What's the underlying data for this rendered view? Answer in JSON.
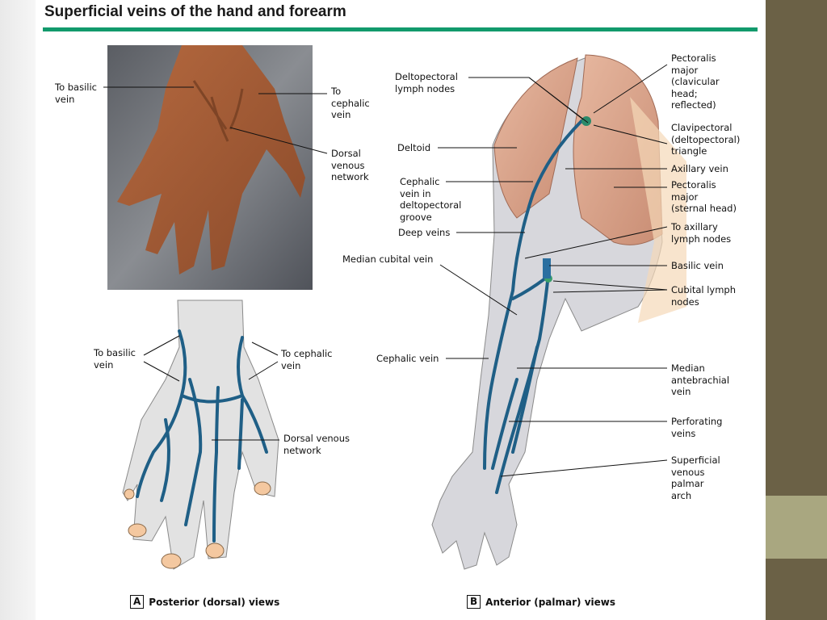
{
  "title": "Superficial veins of the hand and forearm",
  "labels": {
    "photo_to_basilic": "To basilic\nvein",
    "photo_to_cephalic": "To\ncephalic\nvein",
    "photo_dorsal_network": "Dorsal\nvenous\nnetwork",
    "draw_to_basilic": "To basilic\nvein",
    "draw_to_cephalic": "To cephalic\nvein",
    "draw_dorsal_network": "Dorsal venous\nnetwork",
    "deltopectoral_lymph": "Deltopectoral\nlymph nodes",
    "deltoid": "Deltoid",
    "cephalic_groove": "Cephalic\nvein in\ndeltopectoral\ngroove",
    "deep_veins": "Deep veins",
    "median_cubital": "Median cubital vein",
    "cephalic_vein": "Cephalic vein",
    "pect_major_clav": "Pectoralis\nmajor\n(clavicular\nhead;\nreflected)",
    "clavipectoral": "Clavipectoral\n(deltopectoral)\ntriangle",
    "axillary_vein": "Axillary vein",
    "pect_major_sternal": "Pectoralis\nmajor\n(sternal head)",
    "to_axillary_lymph": "To axillary\nlymph nodes",
    "basilic_vein": "Basilic vein",
    "cubital_lymph": "Cubital lymph\nnodes",
    "median_antebrachial": "Median\nantebrachial\nvein",
    "perforating": "Perforating\nveins",
    "superficial_palmar": "Superficial\nvenous\npalmar\narch"
  },
  "captions": {
    "a_letter": "A",
    "a_text": "Posterior (dorsal) views",
    "b_letter": "B",
    "b_text": "Anterior (palmar) views"
  },
  "colors": {
    "accent_rule": "#129a6c",
    "vein": "#1f5f86",
    "band_dark": "#6b6146",
    "band_light": "#a9a780"
  }
}
